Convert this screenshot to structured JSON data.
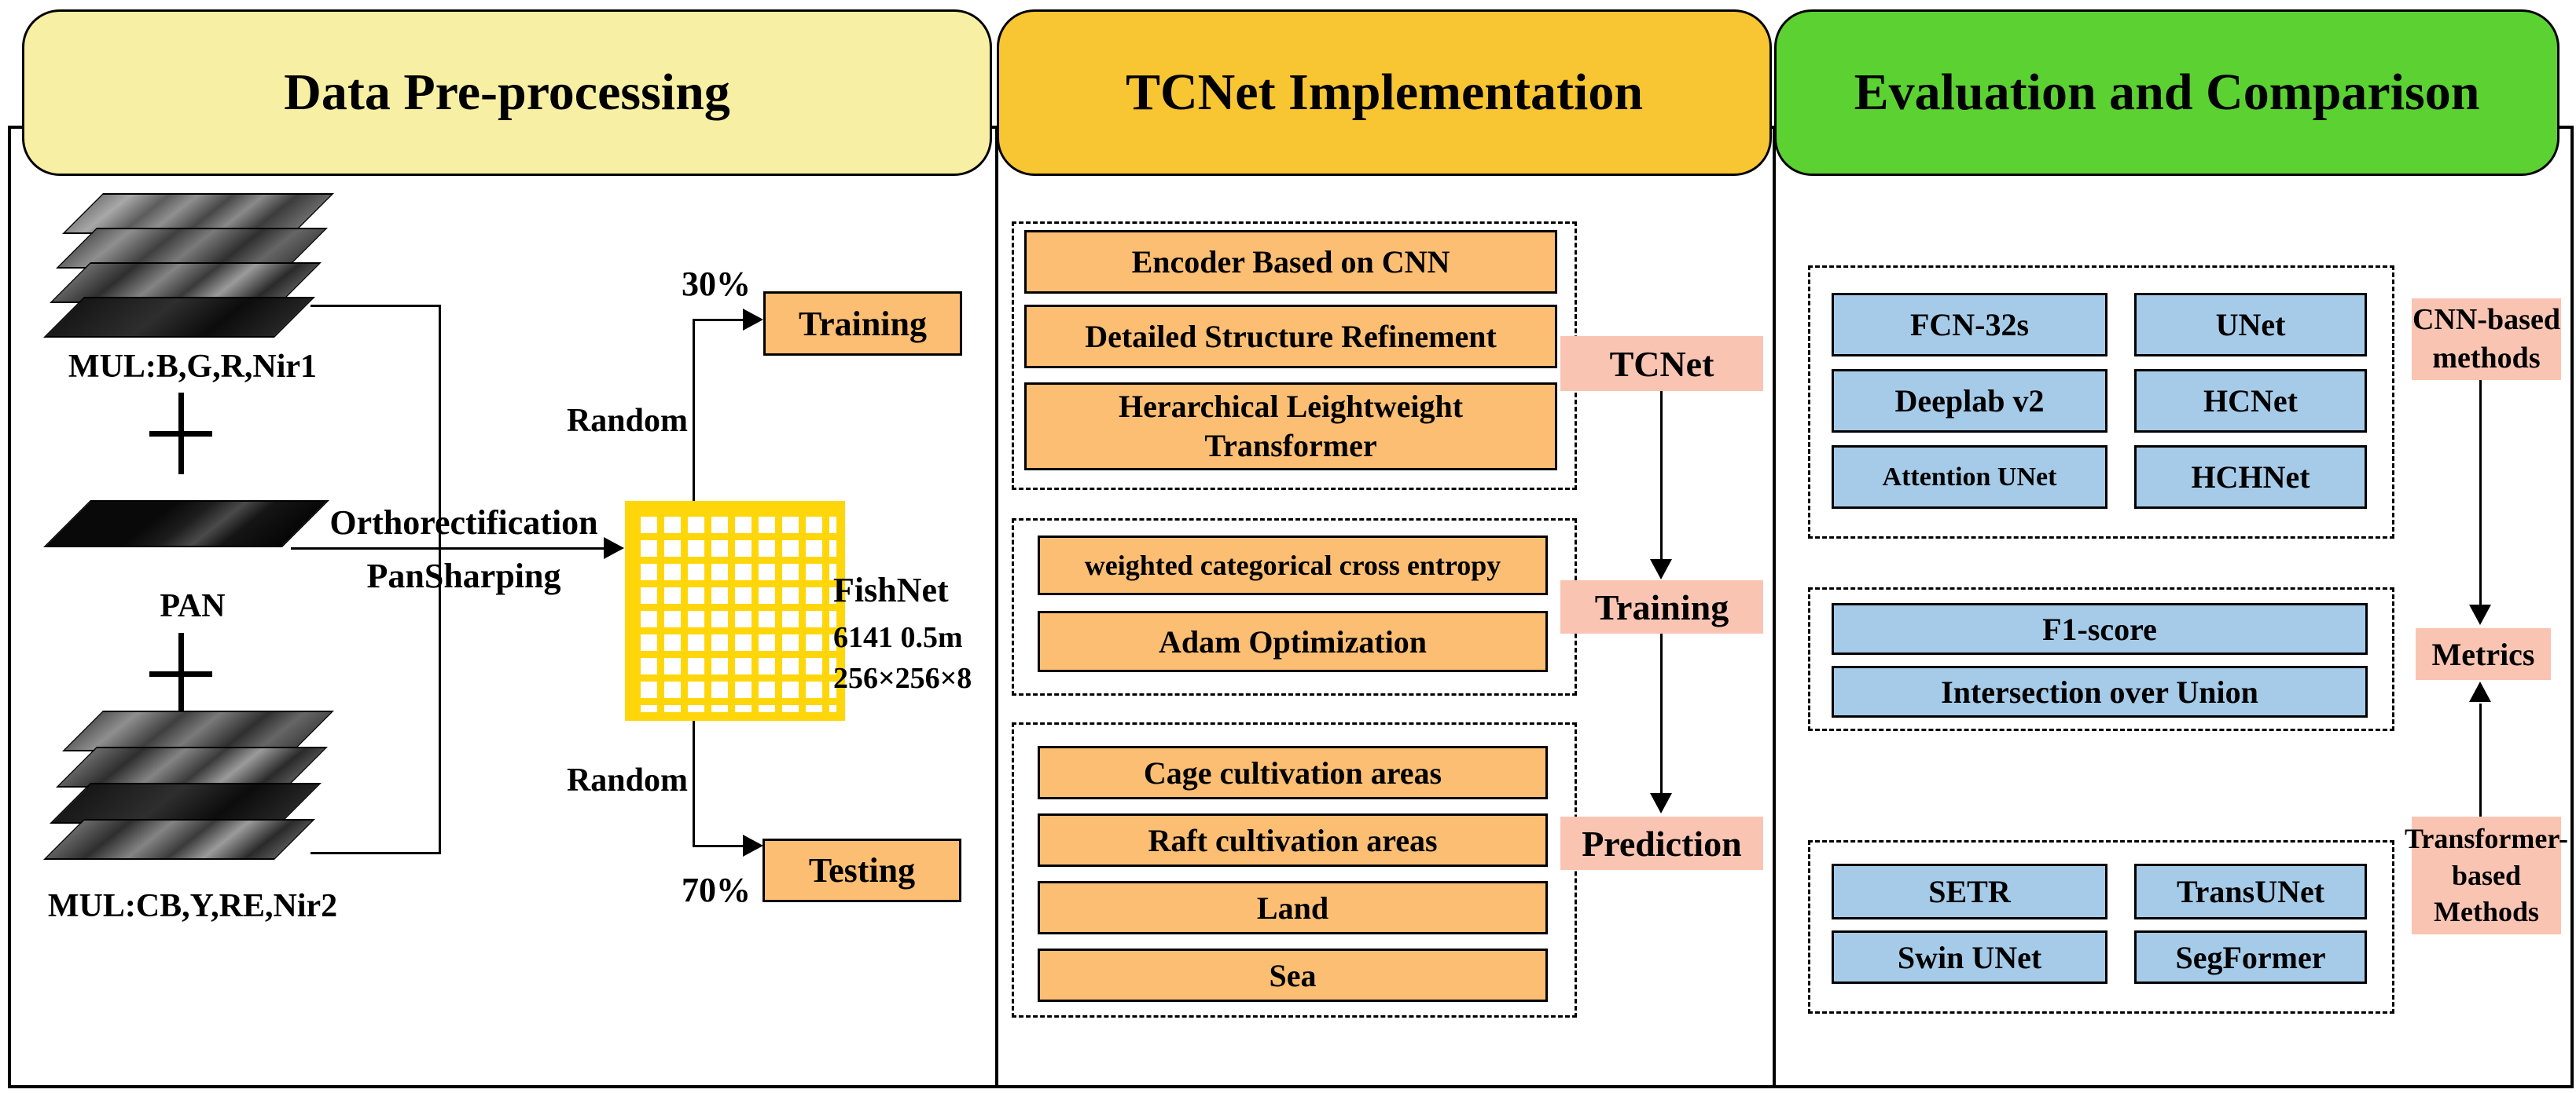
{
  "colors": {
    "preprocessing_header": "#F7F0A4",
    "implementation_header": "#F8C533",
    "evaluation_header": "#5CD132",
    "orange_box": "#FBBE73",
    "pink_box": "#FAC4B3",
    "blue_box": "#A6CBE9",
    "grid_yellow": "#FFD60A"
  },
  "preprocessing": {
    "title": "Data Pre-processing",
    "mul1_label": "MUL:B,G,R,Nir1",
    "pan_label": "PAN",
    "mul2_label": "MUL:CB,Y,RE,Nir2",
    "process_label_line1": "Orthorectification",
    "process_label_line2": "PanSharping",
    "fishnet_name": "FishNet",
    "fishnet_count_resolution": "6141 0.5m",
    "fishnet_patch_size": "256×256×8",
    "split_top_percent": "30%",
    "split_top_method": "Random",
    "training_box": "Training",
    "split_bottom_method": "Random",
    "split_bottom_percent": "70%",
    "testing_box": "Testing"
  },
  "implementation": {
    "title": "TCNet Implementation",
    "architecture_boxes": [
      "Encoder Based on CNN",
      "Detailed Structure Refinement",
      "Herarchical Leightweight\nTransformer"
    ],
    "training_boxes": [
      "weighted categorical cross entropy",
      "Adam Optimization"
    ],
    "class_boxes": [
      "Cage cultivation areas",
      "Raft cultivation areas",
      "Land",
      "Sea"
    ],
    "stage_tcnet": "TCNet",
    "stage_training": "Training",
    "stage_prediction": "Prediction"
  },
  "evaluation": {
    "title": "Evaluation and Comparison",
    "cnn_model_boxes": [
      "FCN-32s",
      "UNet",
      "Deeplab v2",
      "HCNet",
      "Attention UNet",
      "HCHNet"
    ],
    "metric_boxes": [
      "F1-score",
      "Intersection over Union"
    ],
    "transformer_model_boxes": [
      "SETR",
      "TransUNet",
      "Swin UNet",
      "SegFormer"
    ],
    "cnn_group_label": "CNN-based\nmethods",
    "metrics_label": "Metrics",
    "transformer_group_label": "Transformer-\nbased\nMethods"
  }
}
